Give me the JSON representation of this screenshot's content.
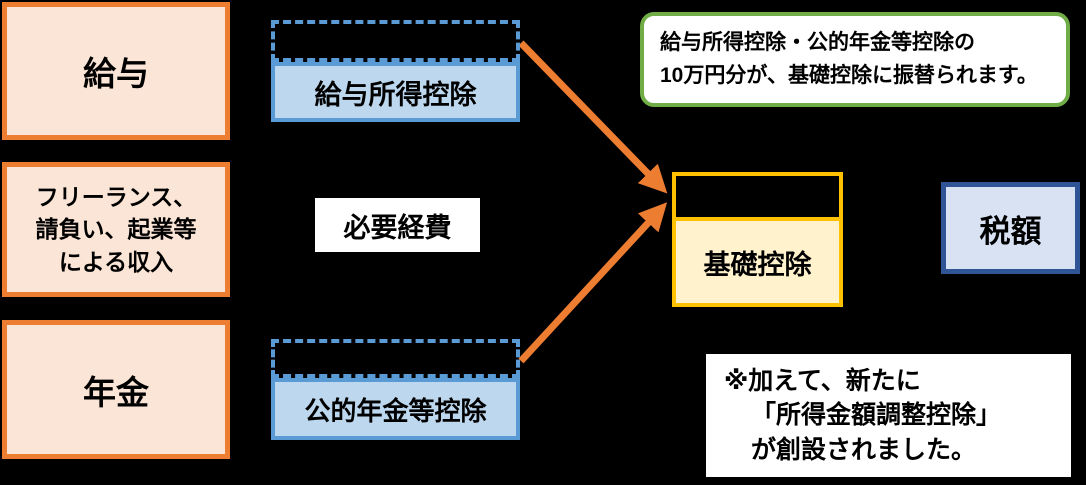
{
  "colors": {
    "background": "#000000",
    "income_border": "#ED7D31",
    "income_fill": "#FBE5D6",
    "deduction_border": "#5B9BD5",
    "deduction_fill": "#BDD7EE",
    "basic_border": "#FFC000",
    "basic_fill": "#FFF2CC",
    "tax_border": "#2F5597",
    "tax_fill": "#D9E2F3",
    "callout_border": "#70AD47",
    "arrow": "#ED7D31"
  },
  "boxes": {
    "salary": {
      "label": "給与"
    },
    "freelance": {
      "lines": [
        "フリーランス、",
        "請負い、起業等",
        "による収入"
      ]
    },
    "pension": {
      "label": "年金"
    },
    "salary_deduction": {
      "label": "給与所得控除"
    },
    "expenses": {
      "label": "必要経費"
    },
    "pension_deduction": {
      "label": "公的年金等控除"
    },
    "basic_deduction": {
      "label": "基礎控除"
    },
    "tax": {
      "label": "税額"
    }
  },
  "callout": {
    "lines": [
      "給与所得控除・公的年金等控除の",
      "10万円分が、基礎控除に振替られます。"
    ]
  },
  "footnote": {
    "lines": [
      "※加えて、新たに",
      "「所得金額調整控除」",
      "が創設されました。"
    ]
  },
  "arrows": [
    {
      "name": "salary-deduction-to-basic"
    },
    {
      "name": "pension-deduction-to-basic"
    }
  ]
}
